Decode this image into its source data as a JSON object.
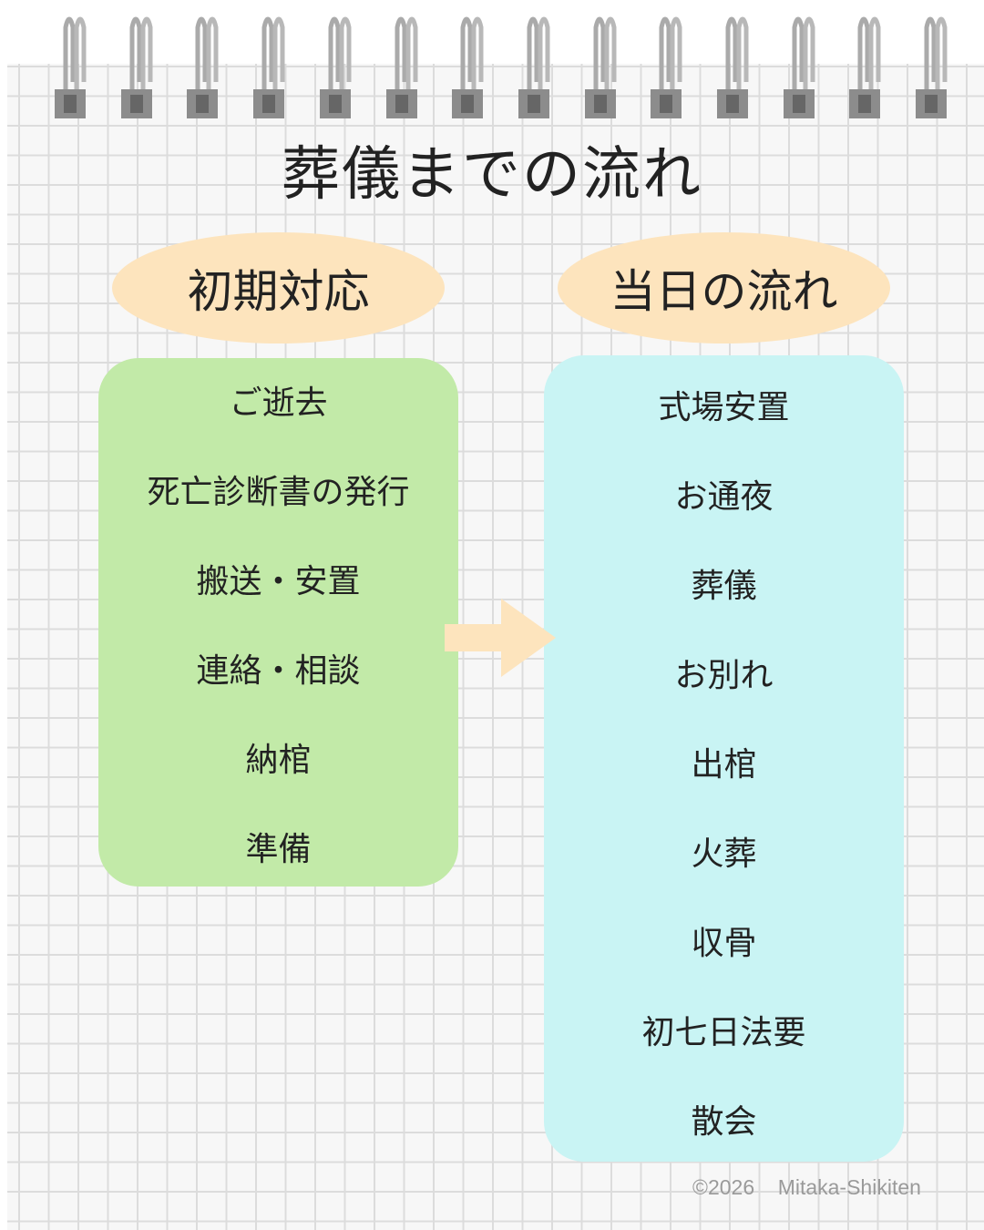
{
  "title": "葬儀までの流れ",
  "left": {
    "heading": "初期対応",
    "items": [
      "ご逝去",
      "死亡診断書の発行",
      "搬送・安置",
      "連絡・相談",
      "納棺",
      "準備"
    ]
  },
  "right": {
    "heading": "当日の流れ",
    "items": [
      "式場安置",
      "お通夜",
      "葬儀",
      "お別れ",
      "出棺",
      "火葬",
      "収骨",
      "初七日法要",
      "散会"
    ]
  },
  "footer": {
    "copyright": "©2026",
    "author": "Mitaka-Shikiten"
  },
  "colors": {
    "left_box": "#c2eaa8",
    "right_box": "#c9f4f4",
    "oval": "#fde4bd",
    "arrow": "#fde4bd"
  }
}
